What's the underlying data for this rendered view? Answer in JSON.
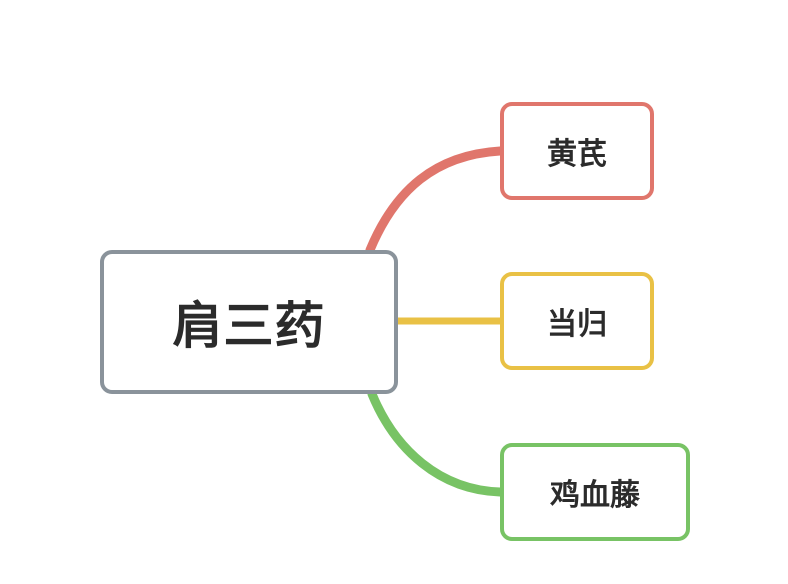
{
  "diagram": {
    "root": {
      "label": "肩三药"
    },
    "branches": [
      {
        "label": "黄芪",
        "color": "#e0766c"
      },
      {
        "label": "当归",
        "color": "#e9c145"
      },
      {
        "label": "鸡血藤",
        "color": "#78c365"
      }
    ],
    "colors": {
      "root_border": "#8a939b",
      "text": "#2b2b2b",
      "background": "#ffffff"
    }
  }
}
